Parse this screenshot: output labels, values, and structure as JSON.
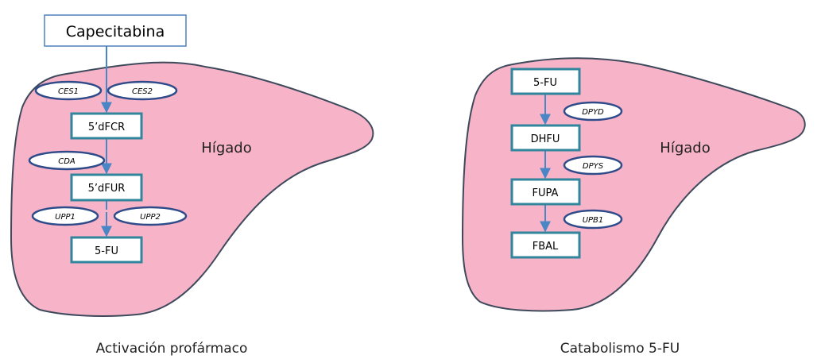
{
  "left_panel": {
    "input_label": "Capecitabina",
    "organ_label": "Hígado",
    "caption": "Activación profármaco",
    "metabolites": [
      "5’dFCR",
      "5’dFUR",
      "5-FU"
    ],
    "enzymes": [
      "CES1",
      "CES2",
      "CDA",
      "UPP1",
      "UPP2"
    ]
  },
  "right_panel": {
    "organ_label": "Hígado",
    "caption": "Catabolismo 5-FU",
    "metabolites": [
      "5-FU",
      "DHFU",
      "FUPA",
      "FBAL"
    ],
    "enzymes": [
      "DPYD",
      "DPYS",
      "UPB1"
    ]
  },
  "colors": {
    "liver_fill": "#f7b3c8",
    "liver_outline": "#3e4a5c",
    "box_border": "#31859c",
    "arrow": "#4a86c5",
    "enzyme_outline": "#2f4b8a"
  }
}
